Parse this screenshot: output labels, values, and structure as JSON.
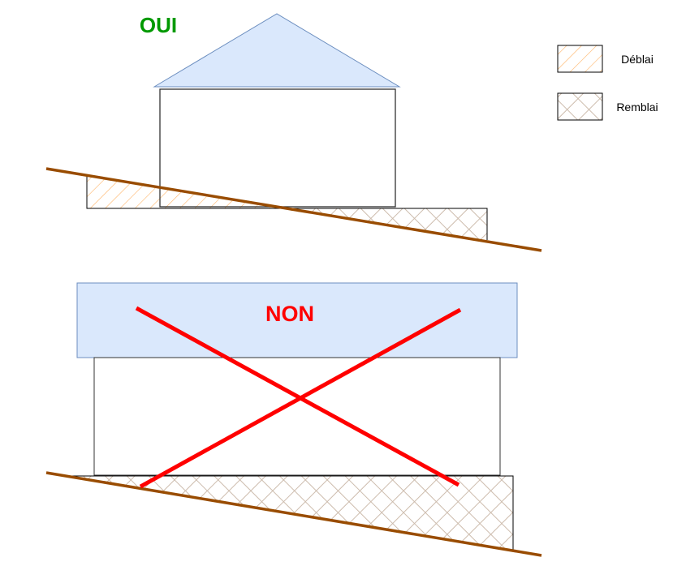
{
  "good_label": "OUI",
  "bad_label": "NON",
  "legend": {
    "cut_label": "Déblai",
    "fill_label": "Remblai"
  },
  "colors": {
    "good": "#009900",
    "bad": "#ff0000",
    "ground": "#994c00",
    "roof_fill": "#dae8fc",
    "roof_stroke": "#6c8ebf",
    "cut_hatch": "#ffb366",
    "fill_hatch": "#cdbcad"
  }
}
